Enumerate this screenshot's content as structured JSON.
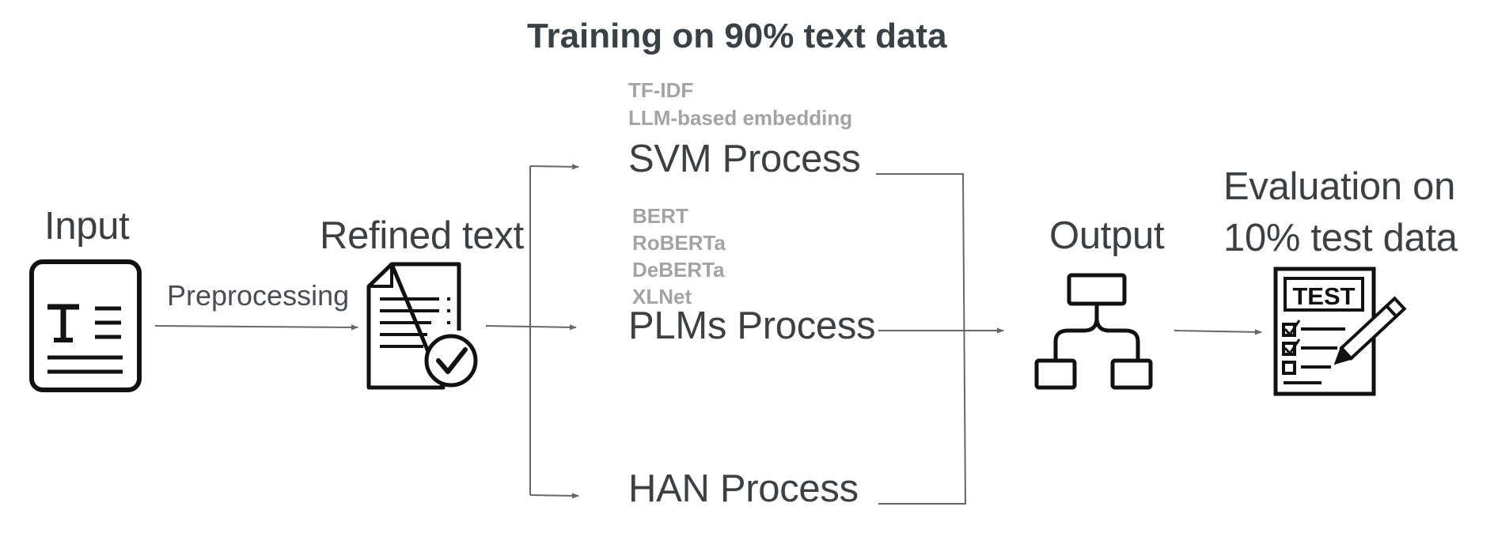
{
  "title": "Training on 90% text data",
  "nodes": {
    "input": {
      "label": "Input",
      "icon": "text-document-icon"
    },
    "refined": {
      "label": "Refined text",
      "icon": "checked-document-icon"
    },
    "output": {
      "label": "Output",
      "icon": "hierarchy-chart-icon"
    },
    "evaluation": {
      "label_line1": "Evaluation on",
      "label_line2": "10% test data",
      "icon": "test-checklist-icon"
    }
  },
  "edges": {
    "preprocessing": "Preprocessing"
  },
  "processes": {
    "svm": {
      "label": "SVM Process",
      "methods": [
        "TF-IDF",
        "LLM-based embedding"
      ]
    },
    "plms": {
      "label": "PLMs Process",
      "methods": [
        "BERT",
        "RoBERTa",
        "DeBERTa",
        "XLNet"
      ]
    },
    "han": {
      "label": "HAN Process",
      "methods": []
    }
  },
  "colors": {
    "title": "#3a4145",
    "label": "#3c4043",
    "method": "#a3a3a3",
    "line": "#666666",
    "icon": "#111111"
  }
}
